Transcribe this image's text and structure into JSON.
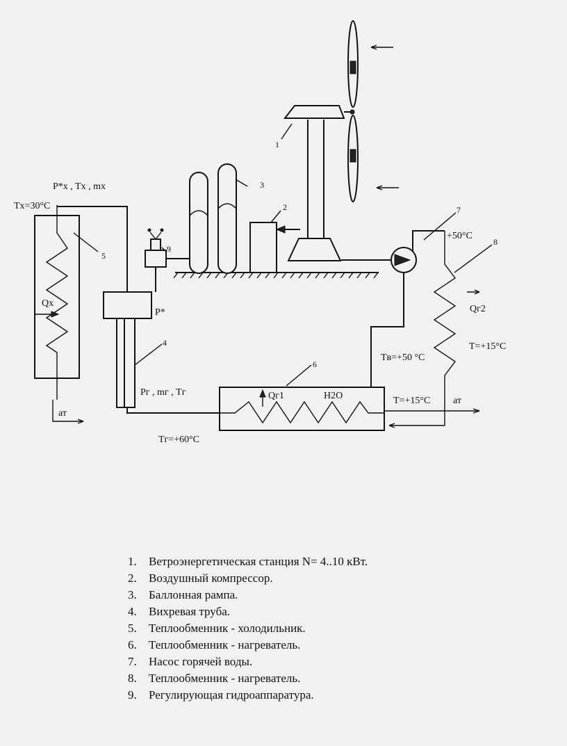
{
  "diagram": {
    "labels": {
      "pxtx": "P*x , Tx , mx",
      "tx_temp": "Tx=30°C",
      "qx": "Qx",
      "at_left": "ат",
      "p_star": "P*",
      "pg_mg_tg": "Pг , mг , Tг",
      "tg_temp": "Tг=+60°C",
      "qg1": "Qг1",
      "h2o": "H2O",
      "t15_bottom": "T=+15°C",
      "at_right": "ат",
      "tv_temp": "Tв=+50 °C",
      "t50": "+50°C",
      "qg2": "Qг2",
      "t15_right": "T=+15°C"
    },
    "numbers": [
      "1",
      "2",
      "3",
      "4",
      "5",
      "6",
      "7",
      "8",
      "9"
    ]
  },
  "legend": {
    "items": [
      {
        "n": "1.",
        "text": "Ветроэнергетическая станция N= 4..10 кВт."
      },
      {
        "n": "2.",
        "text": "Воздушный компрессор."
      },
      {
        "n": "3.",
        "text": "Баллонная рампа."
      },
      {
        "n": "4.",
        "text": "Вихревая труба."
      },
      {
        "n": "5.",
        "text": "Теплообменник - холодильник."
      },
      {
        "n": "6.",
        "text": "Теплообменник - нагреватель."
      },
      {
        "n": "7.",
        "text": "Насос горячей воды."
      },
      {
        "n": "8.",
        "text": "Теплообменник - нагреватель."
      },
      {
        "n": "9.",
        "text": "Регулирующая гидроаппаратура."
      }
    ]
  }
}
